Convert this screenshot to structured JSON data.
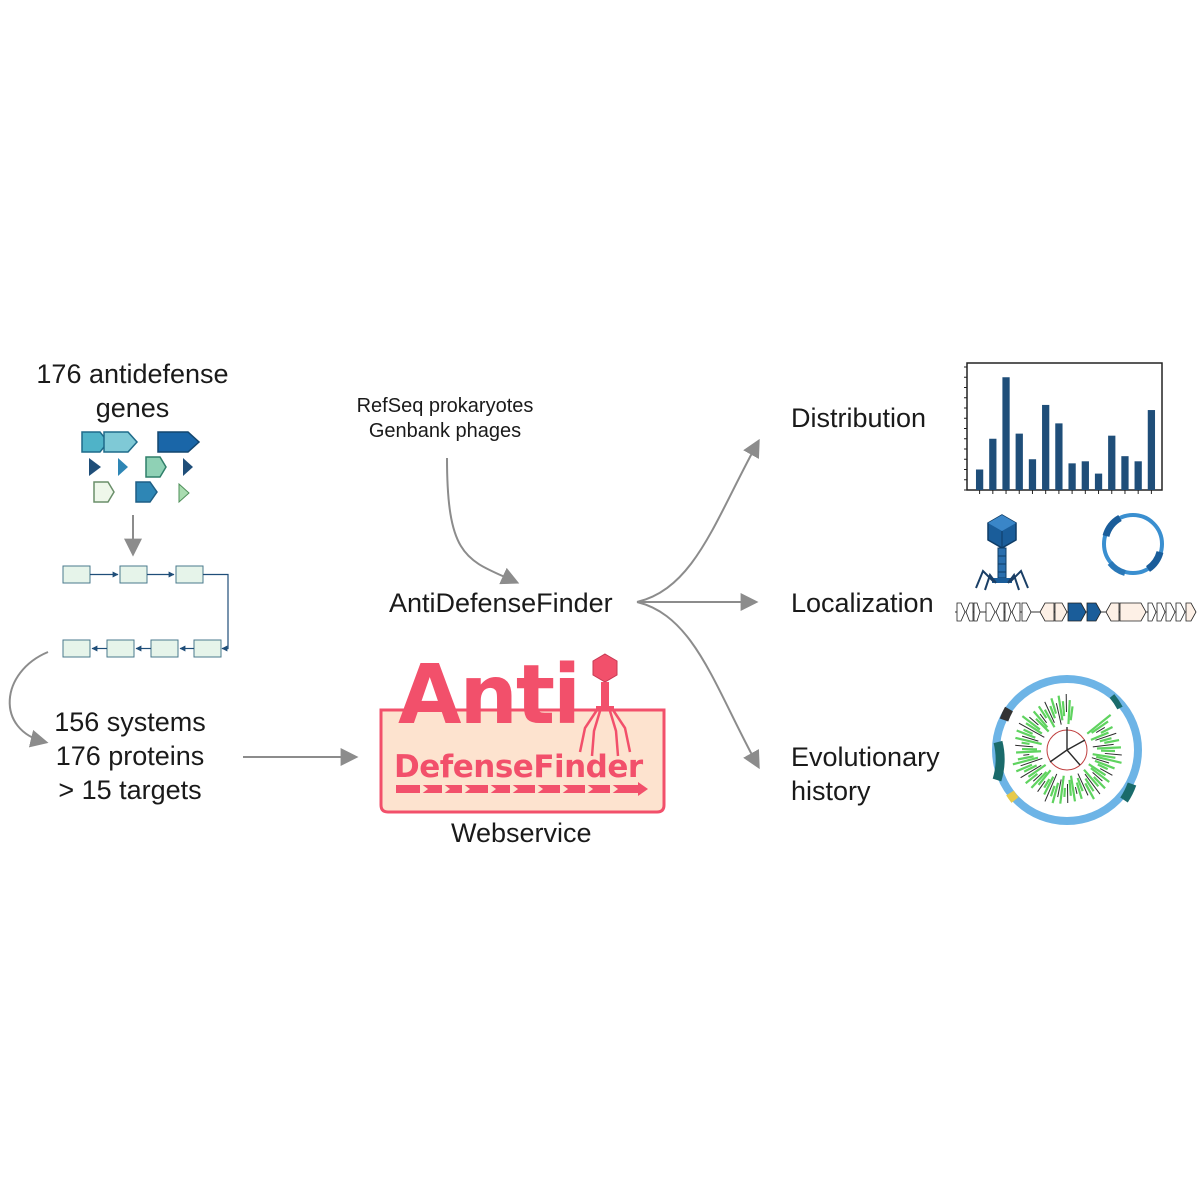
{
  "input": {
    "genes_line1": "176 antidefense",
    "genes_line2": "genes",
    "summary_line1": "156 systems",
    "summary_line2": "176 proteins",
    "summary_line3": "> 15 targets"
  },
  "databases": {
    "line1": "RefSeq prokaryotes",
    "line2": "Genbank phages"
  },
  "tool": {
    "name": "AntiDefenseFinder",
    "logo_word1": "Anti",
    "logo_word2": "DefenseFinder",
    "webservice": "Webservice"
  },
  "outputs": {
    "distribution": "Distribution",
    "localization": "Localization",
    "evolution_line1": "Evolutionary",
    "evolution_line2": "history"
  },
  "colors": {
    "arrow": "#8c8c8c",
    "bar": "#1f4e79",
    "logo_pink": "#f2506b",
    "logo_bg": "#fde3cf",
    "ring": "#5aaee3",
    "flow_box": "#e6f4ea",
    "flow_line": "#1f4e79"
  },
  "chart_data": {
    "type": "bar",
    "values": [
      2,
      5,
      11,
      5.5,
      3,
      8.3,
      6.5,
      2.6,
      2.8,
      1.6,
      5.3,
      3.3,
      2.8,
      7.8
    ],
    "ylim": [
      0,
      12
    ],
    "title": "",
    "xlabel": "",
    "ylabel": ""
  }
}
